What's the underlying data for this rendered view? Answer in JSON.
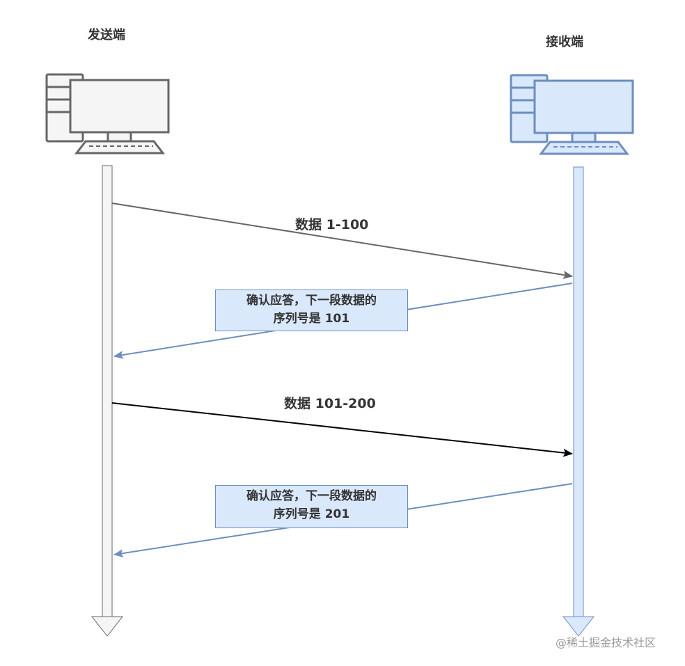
{
  "sender": {
    "title": "发送端",
    "color": "#666666",
    "fill": "#f5f5f5"
  },
  "receiver": {
    "title": "接收端",
    "color": "#6c8ebf",
    "fill": "#dae8fc"
  },
  "messages": [
    {
      "label": "数据 1-100",
      "direction": "to-receiver",
      "color": "#666666"
    },
    {
      "label_line1": "确认应答，下一段数据的",
      "label_line2": "序列号是 101",
      "direction": "to-sender",
      "color": "#6c8ebf"
    },
    {
      "label": "数据 101-200",
      "direction": "to-receiver",
      "color": "#000000"
    },
    {
      "label_line1": "确认应答，下一段数据的",
      "label_line2": "序列号是 201",
      "direction": "to-sender",
      "color": "#6c8ebf"
    }
  ],
  "watermark": "@稀土掘金技术社区"
}
